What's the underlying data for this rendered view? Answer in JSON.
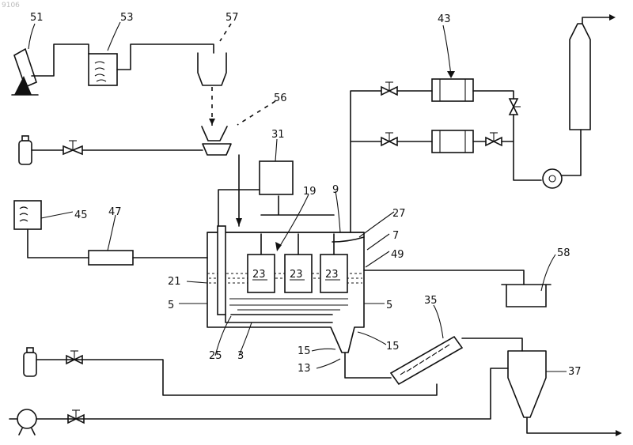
{
  "watermark": "9106",
  "labels": {
    "l51": "51",
    "l53": "53",
    "l57": "57",
    "l56": "56",
    "l43": "43",
    "l31": "31",
    "l19": "19",
    "l9": "9",
    "l27": "27",
    "l7": "7",
    "l49": "49",
    "l58": "58",
    "l45": "45",
    "l47": "47",
    "l21": "21",
    "l5a": "5",
    "l5b": "5",
    "l25": "25",
    "l3": "3",
    "l15a": "15",
    "l15b": "15",
    "l13": "13",
    "l35": "35",
    "l37": "37",
    "tank1": "23",
    "tank2": "23",
    "tank3": "23"
  },
  "colors": {
    "ink": "#111111",
    "paper": "#ffffff"
  }
}
